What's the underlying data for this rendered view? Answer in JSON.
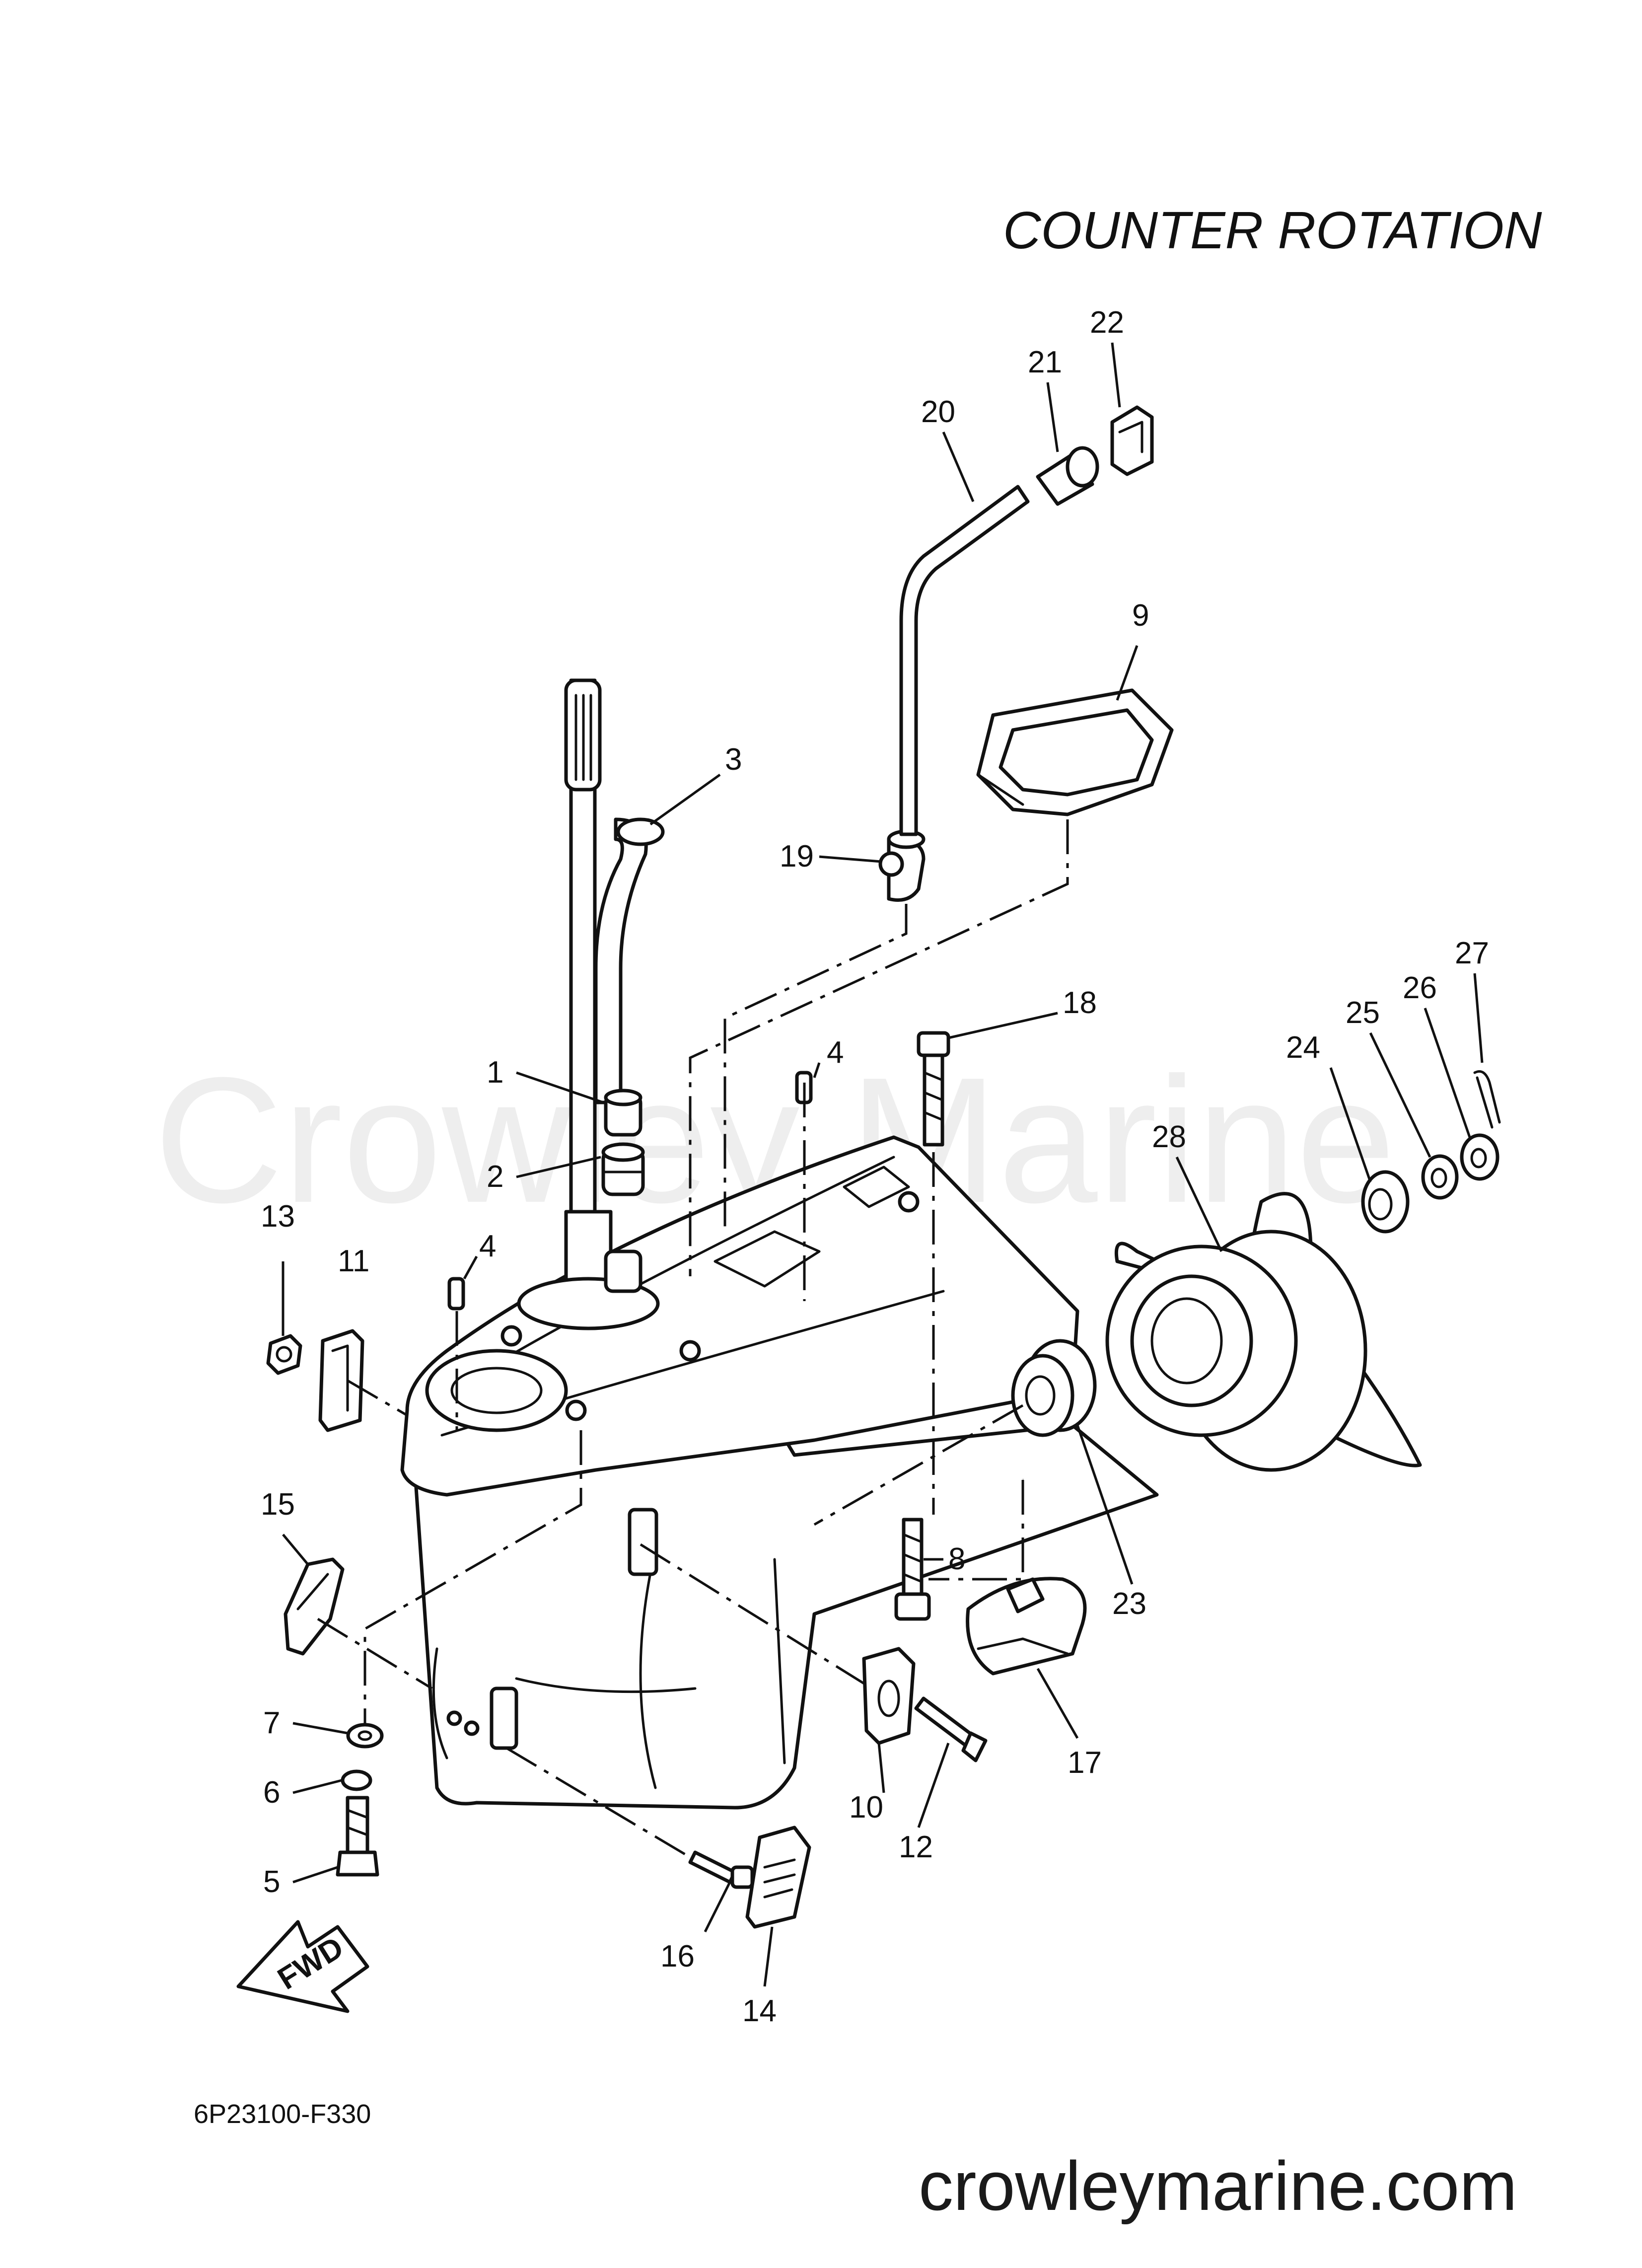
{
  "title": "COUNTER  ROTATION",
  "diagram_code": "6P23100-F330",
  "site": "crowleymarine.com",
  "watermark": "Crowley Marine",
  "fwd_label": "FWD",
  "callouts": [
    {
      "id": "c1",
      "label": "1"
    },
    {
      "id": "c2",
      "label": "2"
    },
    {
      "id": "c3",
      "label": "3"
    },
    {
      "id": "c4a",
      "label": "4"
    },
    {
      "id": "c4b",
      "label": "4"
    },
    {
      "id": "c5",
      "label": "5"
    },
    {
      "id": "c6",
      "label": "6"
    },
    {
      "id": "c7",
      "label": "7"
    },
    {
      "id": "c8",
      "label": "8"
    },
    {
      "id": "c9",
      "label": "9"
    },
    {
      "id": "c10",
      "label": "10"
    },
    {
      "id": "c11",
      "label": "11"
    },
    {
      "id": "c12",
      "label": "12"
    },
    {
      "id": "c13",
      "label": "13"
    },
    {
      "id": "c14",
      "label": "14"
    },
    {
      "id": "c15",
      "label": "15"
    },
    {
      "id": "c16",
      "label": "16"
    },
    {
      "id": "c17",
      "label": "17"
    },
    {
      "id": "c18",
      "label": "18"
    },
    {
      "id": "c19",
      "label": "19"
    },
    {
      "id": "c20",
      "label": "20"
    },
    {
      "id": "c21",
      "label": "21"
    },
    {
      "id": "c22",
      "label": "22"
    },
    {
      "id": "c23",
      "label": "23"
    },
    {
      "id": "c24",
      "label": "24"
    },
    {
      "id": "c25",
      "label": "25"
    },
    {
      "id": "c26",
      "label": "26"
    },
    {
      "id": "c27",
      "label": "27"
    },
    {
      "id": "c28",
      "label": "28"
    }
  ]
}
